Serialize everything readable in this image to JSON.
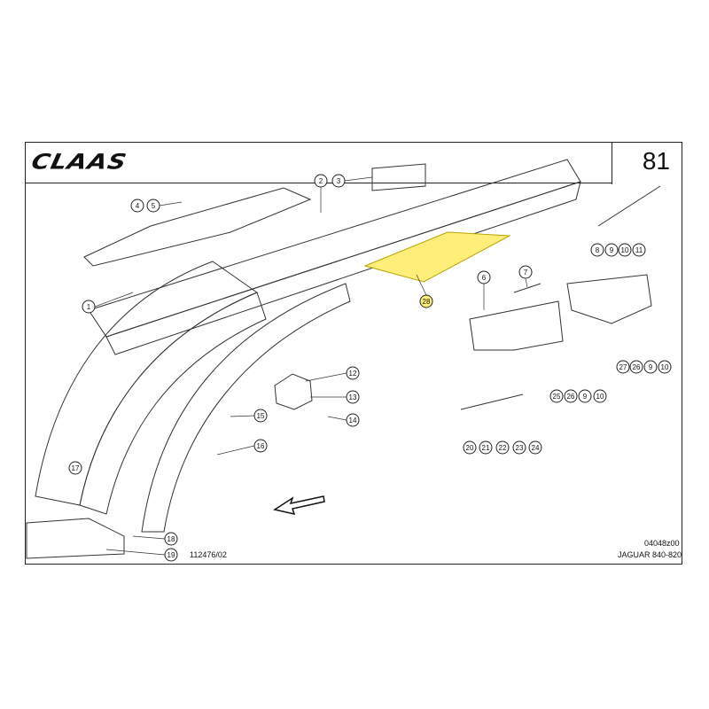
{
  "header": {
    "brand": "CLAAS",
    "page_number": "81"
  },
  "footer": {
    "drawing_no": "112476/02",
    "ref_code": "04048z00",
    "model": "JAGUAR 840-820"
  },
  "highlight_color": "#ffef7a",
  "callouts": [
    "1",
    "2",
    "3",
    "4",
    "5",
    "6",
    "7",
    "8",
    "9",
    "10",
    "11",
    "12",
    "13",
    "14",
    "15",
    "16",
    "17",
    "18",
    "19",
    "20",
    "21",
    "22",
    "23",
    "24",
    "25",
    "26",
    "9",
    "10",
    "27",
    "26",
    "9",
    "10",
    "28"
  ]
}
